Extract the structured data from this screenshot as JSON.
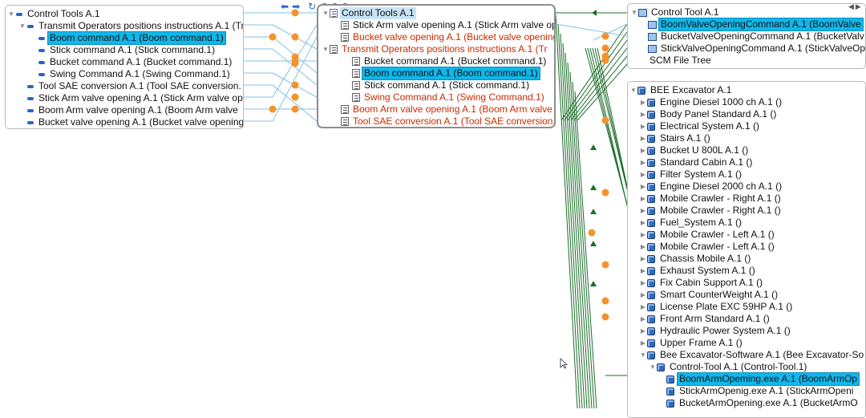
{
  "toolbar": {
    "icons": [
      "arrow-left-icon",
      "arrow-right-icon",
      "refresh-icon",
      "dot-filled-icon",
      "dot-outline-icon",
      "dot-outline-icon"
    ]
  },
  "panel_control_tools": {
    "rows": [
      {
        "label": "Control Tools A.1",
        "indent": 0,
        "tri": "open",
        "icon": "dash"
      },
      {
        "label": "Transmit Operators positions instructions A.1 (Tr",
        "indent": 1,
        "tri": "open",
        "icon": "dash"
      },
      {
        "label": "Boom command A.1 (Boom command.1)",
        "indent": 2,
        "icon": "dash",
        "selected": true
      },
      {
        "label": "Stick command A.1 (Stick command.1)",
        "indent": 2,
        "icon": "dash"
      },
      {
        "label": "Bucket command A.1 (Bucket command.1)",
        "indent": 2,
        "icon": "dash"
      },
      {
        "label": "Swing Command A.1 (Swing Command.1)",
        "indent": 2,
        "icon": "dash"
      },
      {
        "label": "Tool SAE conversion A.1 (Tool SAE conversion.",
        "indent": 1,
        "icon": "dash"
      },
      {
        "label": "Stick Arm valve opening A.1 (Stick Arm valve op",
        "indent": 1,
        "icon": "dash"
      },
      {
        "label": "Boom Arm valve opening A.1 (Boom Arm valve",
        "indent": 1,
        "icon": "dash"
      },
      {
        "label": "Bucket valve opening A.1 (Bucket valve opening",
        "indent": 1,
        "icon": "dash"
      }
    ]
  },
  "panel_center": {
    "rows": [
      {
        "label": "Control Tools A.1",
        "indent": 0,
        "tri": "open",
        "icon": "header",
        "header": true
      },
      {
        "label": "Stick Arm valve opening A.1 (Stick Arm valve op",
        "indent": 1,
        "icon": "doc"
      },
      {
        "label": "Bucket valve opening A.1 (Bucket valve opening",
        "indent": 1,
        "icon": "doc",
        "red": true
      },
      {
        "label": "Transmit Operators positions instructions A.1 (Tr",
        "indent": 0,
        "tri": "open",
        "icon": "doc",
        "red": true
      },
      {
        "label": "Bucket command A.1 (Bucket command.1)",
        "indent": 2,
        "icon": "doc"
      },
      {
        "label": "Boom command A.1 (Boom command.1)",
        "indent": 2,
        "icon": "doc",
        "selected": true
      },
      {
        "label": "Stick command A.1 (Stick command.1)",
        "indent": 2,
        "icon": "doc"
      },
      {
        "label": "Swing Command A.1 (Swing Command.1)",
        "indent": 2,
        "icon": "doc",
        "red": true
      },
      {
        "label": "Boom Arm valve opening A.1 (Boom Arm valve",
        "indent": 1,
        "icon": "doc",
        "red": true
      },
      {
        "label": "Tool SAE conversion A.1 (Tool SAE conversion.",
        "indent": 1,
        "icon": "doc",
        "red": true
      }
    ]
  },
  "panel_control_tool": {
    "rows": [
      {
        "label": "Control Tool A.1",
        "indent": 0,
        "tri": "open",
        "icon": "pc"
      },
      {
        "label": "BoomValveOpeningCommand A.1 (BoomValve",
        "indent": 1,
        "icon": "pc",
        "selected": true
      },
      {
        "label": "BucketValveOpeningCommand A.1 (BucketValv",
        "indent": 1,
        "icon": "pc"
      },
      {
        "label": "StickValveOpeningCommand A.1 (StickValveOp",
        "indent": 1,
        "icon": "pc"
      },
      {
        "label": "SCM File Tree",
        "indent": 1,
        "icon": "none"
      }
    ]
  },
  "panel_excavator": {
    "rows": [
      {
        "label": "BEE Excavator A.1",
        "indent": 0,
        "tri": "open",
        "icon": "cube"
      },
      {
        "label": "Engine Diesel 1000 ch A.1 ()",
        "indent": 1,
        "tri": "closed",
        "icon": "cube"
      },
      {
        "label": "Body Panel Standard A.1 ()",
        "indent": 1,
        "tri": "closed",
        "icon": "cube"
      },
      {
        "label": "Electrical System A.1 ()",
        "indent": 1,
        "tri": "closed",
        "icon": "cube"
      },
      {
        "label": "Stairs A.1 ()",
        "indent": 1,
        "tri": "closed",
        "icon": "cube"
      },
      {
        "label": "Bucket U 800L A.1 ()",
        "indent": 1,
        "tri": "closed",
        "icon": "cube"
      },
      {
        "label": "Standard Cabin A.1 ()",
        "indent": 1,
        "tri": "closed",
        "icon": "cube"
      },
      {
        "label": "Filter System A.1 ()",
        "indent": 1,
        "tri": "closed",
        "icon": "cube"
      },
      {
        "label": "Engine Diesel 2000 ch A.1 ()",
        "indent": 1,
        "tri": "closed",
        "icon": "cube"
      },
      {
        "label": "Mobile Crawler - Right A.1 ()",
        "indent": 1,
        "tri": "closed",
        "icon": "cube"
      },
      {
        "label": "Mobile Crawler - Right A.1 ()",
        "indent": 1,
        "tri": "closed",
        "icon": "cube"
      },
      {
        "label": "Fuel_System A.1 ()",
        "indent": 1,
        "tri": "closed",
        "icon": "cube"
      },
      {
        "label": "Mobile Crawler - Left A.1 ()",
        "indent": 1,
        "tri": "closed",
        "icon": "cube"
      },
      {
        "label": "Mobile Crawler - Left A.1 ()",
        "indent": 1,
        "tri": "closed",
        "icon": "cube"
      },
      {
        "label": "Chassis Mobile A.1 ()",
        "indent": 1,
        "tri": "closed",
        "icon": "cube"
      },
      {
        "label": "Exhaust System A.1 ()",
        "indent": 1,
        "tri": "closed",
        "icon": "cube"
      },
      {
        "label": "Fix Cabin Support A.1 ()",
        "indent": 1,
        "tri": "closed",
        "icon": "cube"
      },
      {
        "label": "Smart CounterWeight A.1 ()",
        "indent": 1,
        "tri": "closed",
        "icon": "cube"
      },
      {
        "label": "License Plate EXC 59HP A.1 ()",
        "indent": 1,
        "tri": "closed",
        "icon": "cube"
      },
      {
        "label": "Front Arm Standard A.1 ()",
        "indent": 1,
        "tri": "closed",
        "icon": "cube"
      },
      {
        "label": "Hydraulic Power System A.1 ()",
        "indent": 1,
        "tri": "closed",
        "icon": "cube"
      },
      {
        "label": "Upper Frame A.1 ()",
        "indent": 1,
        "tri": "closed",
        "icon": "cube"
      },
      {
        "label": "Bee Excavator-Software A.1 (Bee Excavator-So",
        "indent": 1,
        "tri": "open",
        "icon": "cube"
      },
      {
        "label": "Control-Tool A.1 (Control-Tool.1)",
        "indent": 2,
        "tri": "open",
        "icon": "cube"
      },
      {
        "label": "BoomArmOpeming.exe A.1 (BoomArmOp",
        "indent": 3,
        "icon": "cube",
        "selected": true
      },
      {
        "label": "StickArmOpenig.exe A.1 (StickArmOpeni",
        "indent": 3,
        "icon": "cube"
      },
      {
        "label": "BucketArmOpening.exe A.1 (BucketArmO",
        "indent": 3,
        "icon": "cube"
      }
    ]
  },
  "colors": {
    "selection": "#10b7ea",
    "red_text": "#cc2a00",
    "link_blue": "#7fc3e6",
    "link_green": "#1c6e2a",
    "connector_orange": "#f5922b"
  },
  "nav_icons": [
    "scroll-left-icon",
    "scroll-right-icon"
  ]
}
